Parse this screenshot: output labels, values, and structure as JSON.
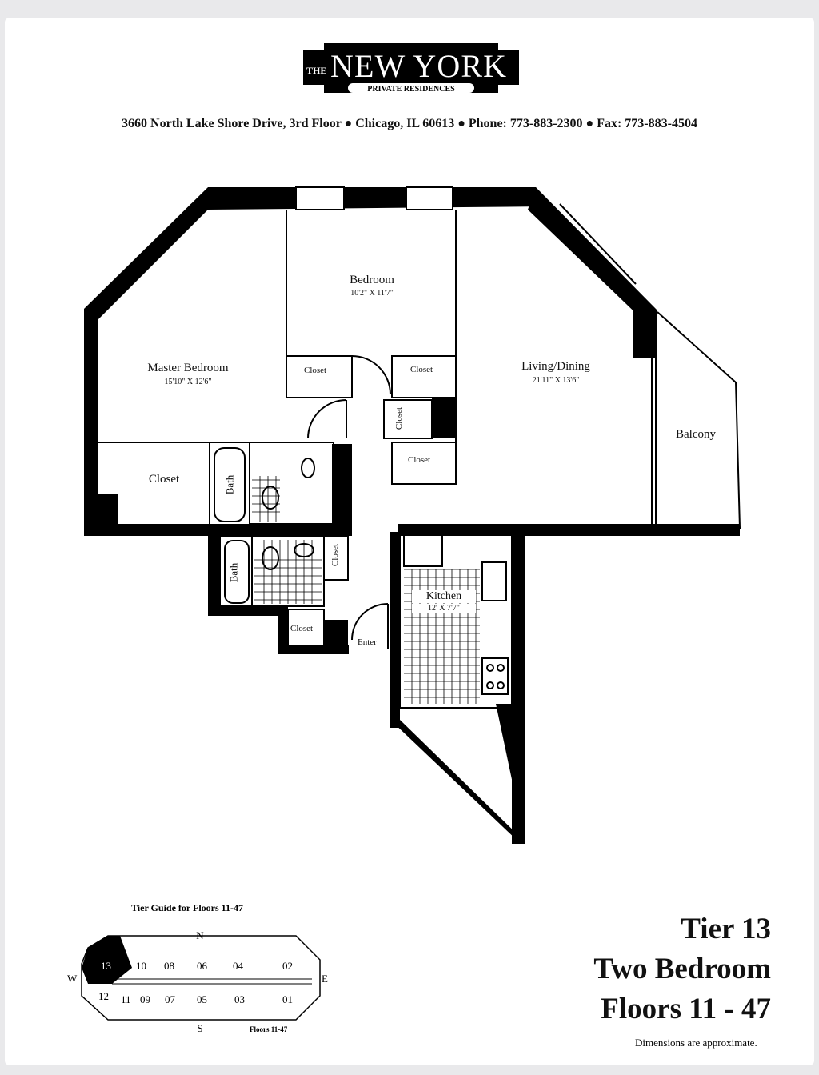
{
  "logo": {
    "the": "THE",
    "name": "NEW YORK",
    "tagline": "PRIVATE RESIDENCES"
  },
  "address": "3660 North Lake Shore Drive, 3rd Floor ● Chicago, IL 60613 ● Phone: 773-883-2300 ● Fax: 773-883-4504",
  "rooms": {
    "bedroom": {
      "name": "Bedroom",
      "dim": "10'2\" X 11'7\""
    },
    "master": {
      "name": "Master Bedroom",
      "dim": "15'10\" X 12'6\""
    },
    "living": {
      "name": "Living/Dining",
      "dim": "21'11\" X 13'6\""
    },
    "balcony": "Balcony",
    "kitchen": {
      "name": "Kitchen",
      "dim": "12' X 7'7\""
    },
    "closet": "Closet",
    "bath": "Bath",
    "enter": "Enter"
  },
  "tier_guide": {
    "title": "Tier Guide for Floors 11-47",
    "north": "N",
    "south": "S",
    "west": "W",
    "east": "E",
    "units_top": [
      "13",
      "10",
      "08",
      "06",
      "04",
      "02"
    ],
    "units_bottom": [
      "12",
      "11",
      "09",
      "07",
      "05",
      "03",
      "01"
    ],
    "caption": "Floors 11-47",
    "highlight": "13"
  },
  "title": {
    "line1": "Tier 13",
    "line2": "Two Bedroom",
    "line3": "Floors 11 - 47"
  },
  "note": "Dimensions are approximate."
}
